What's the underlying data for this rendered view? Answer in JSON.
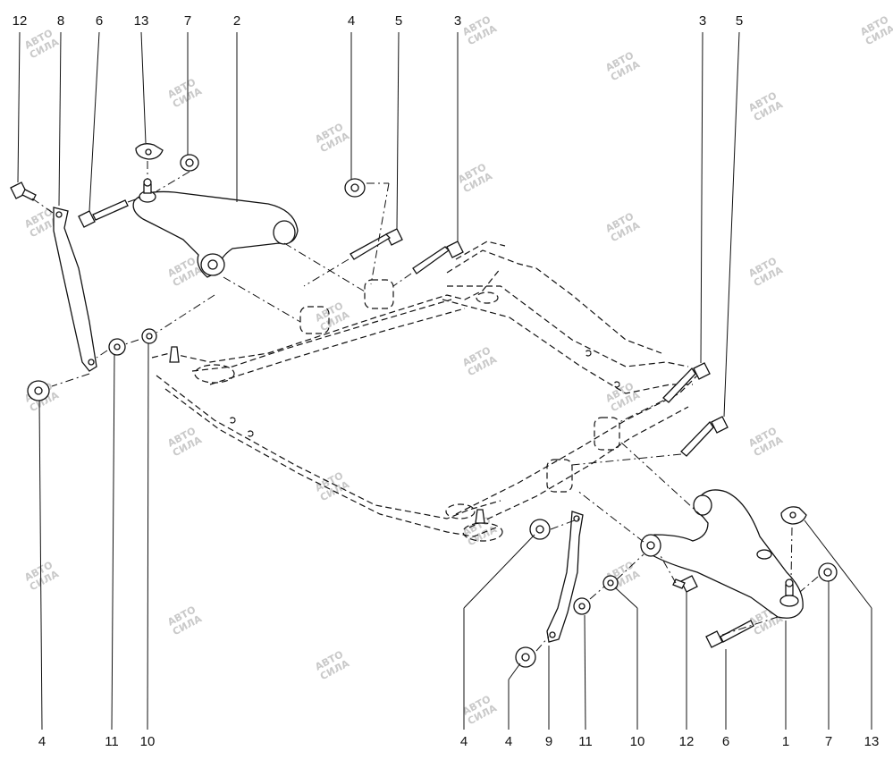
{
  "watermark": {
    "line1": "АВТО",
    "line2": "СИЛА",
    "color": "#c9c9c9"
  },
  "top_labels": [
    "12",
    "8",
    "6",
    "13",
    "7",
    "2",
    "4",
    "5",
    "3",
    "3",
    "5"
  ],
  "bottom_labels": [
    "4",
    "11",
    "10",
    "4",
    "4",
    "9",
    "11",
    "10",
    "12",
    "6",
    "1",
    "7",
    "13"
  ]
}
